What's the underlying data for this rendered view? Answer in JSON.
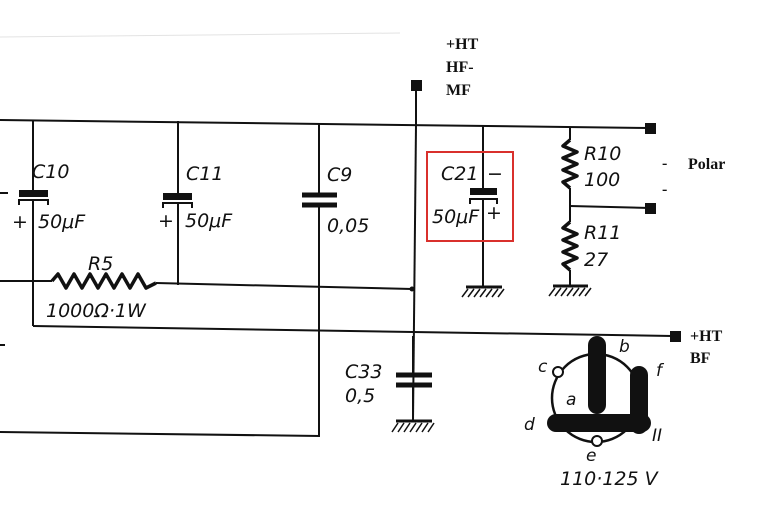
{
  "rails": {
    "ht_hf_mf": [
      "+HT",
      "HF-",
      "MF"
    ],
    "ht_bf": [
      "+HT",
      "BF"
    ],
    "polar_minus": "-",
    "polar": "Polar",
    "polar_dash": "-"
  },
  "components": {
    "c10": {
      "name": "C10",
      "value": "50μF",
      "plus": "+"
    },
    "c11": {
      "name": "C11",
      "value": "50μF",
      "plus": "+"
    },
    "c9": {
      "name": "C9",
      "value": "0,05"
    },
    "c21": {
      "name": "C21",
      "value": "50μF",
      "minus": "−",
      "plus": "+"
    },
    "r10": {
      "name": "R10",
      "value": "100"
    },
    "r11": {
      "name": "R11",
      "value": "27"
    },
    "r5": {
      "name": "R5",
      "value": "1000Ω·1W"
    },
    "c33": {
      "name": "C33",
      "value": "0,5"
    }
  },
  "selector": {
    "pins": [
      "a",
      "b",
      "c",
      "d",
      "e",
      "f",
      "II"
    ],
    "voltage": "110·125 V"
  },
  "colors": {
    "highlight": "#d9302c",
    "ink": "#111111"
  }
}
